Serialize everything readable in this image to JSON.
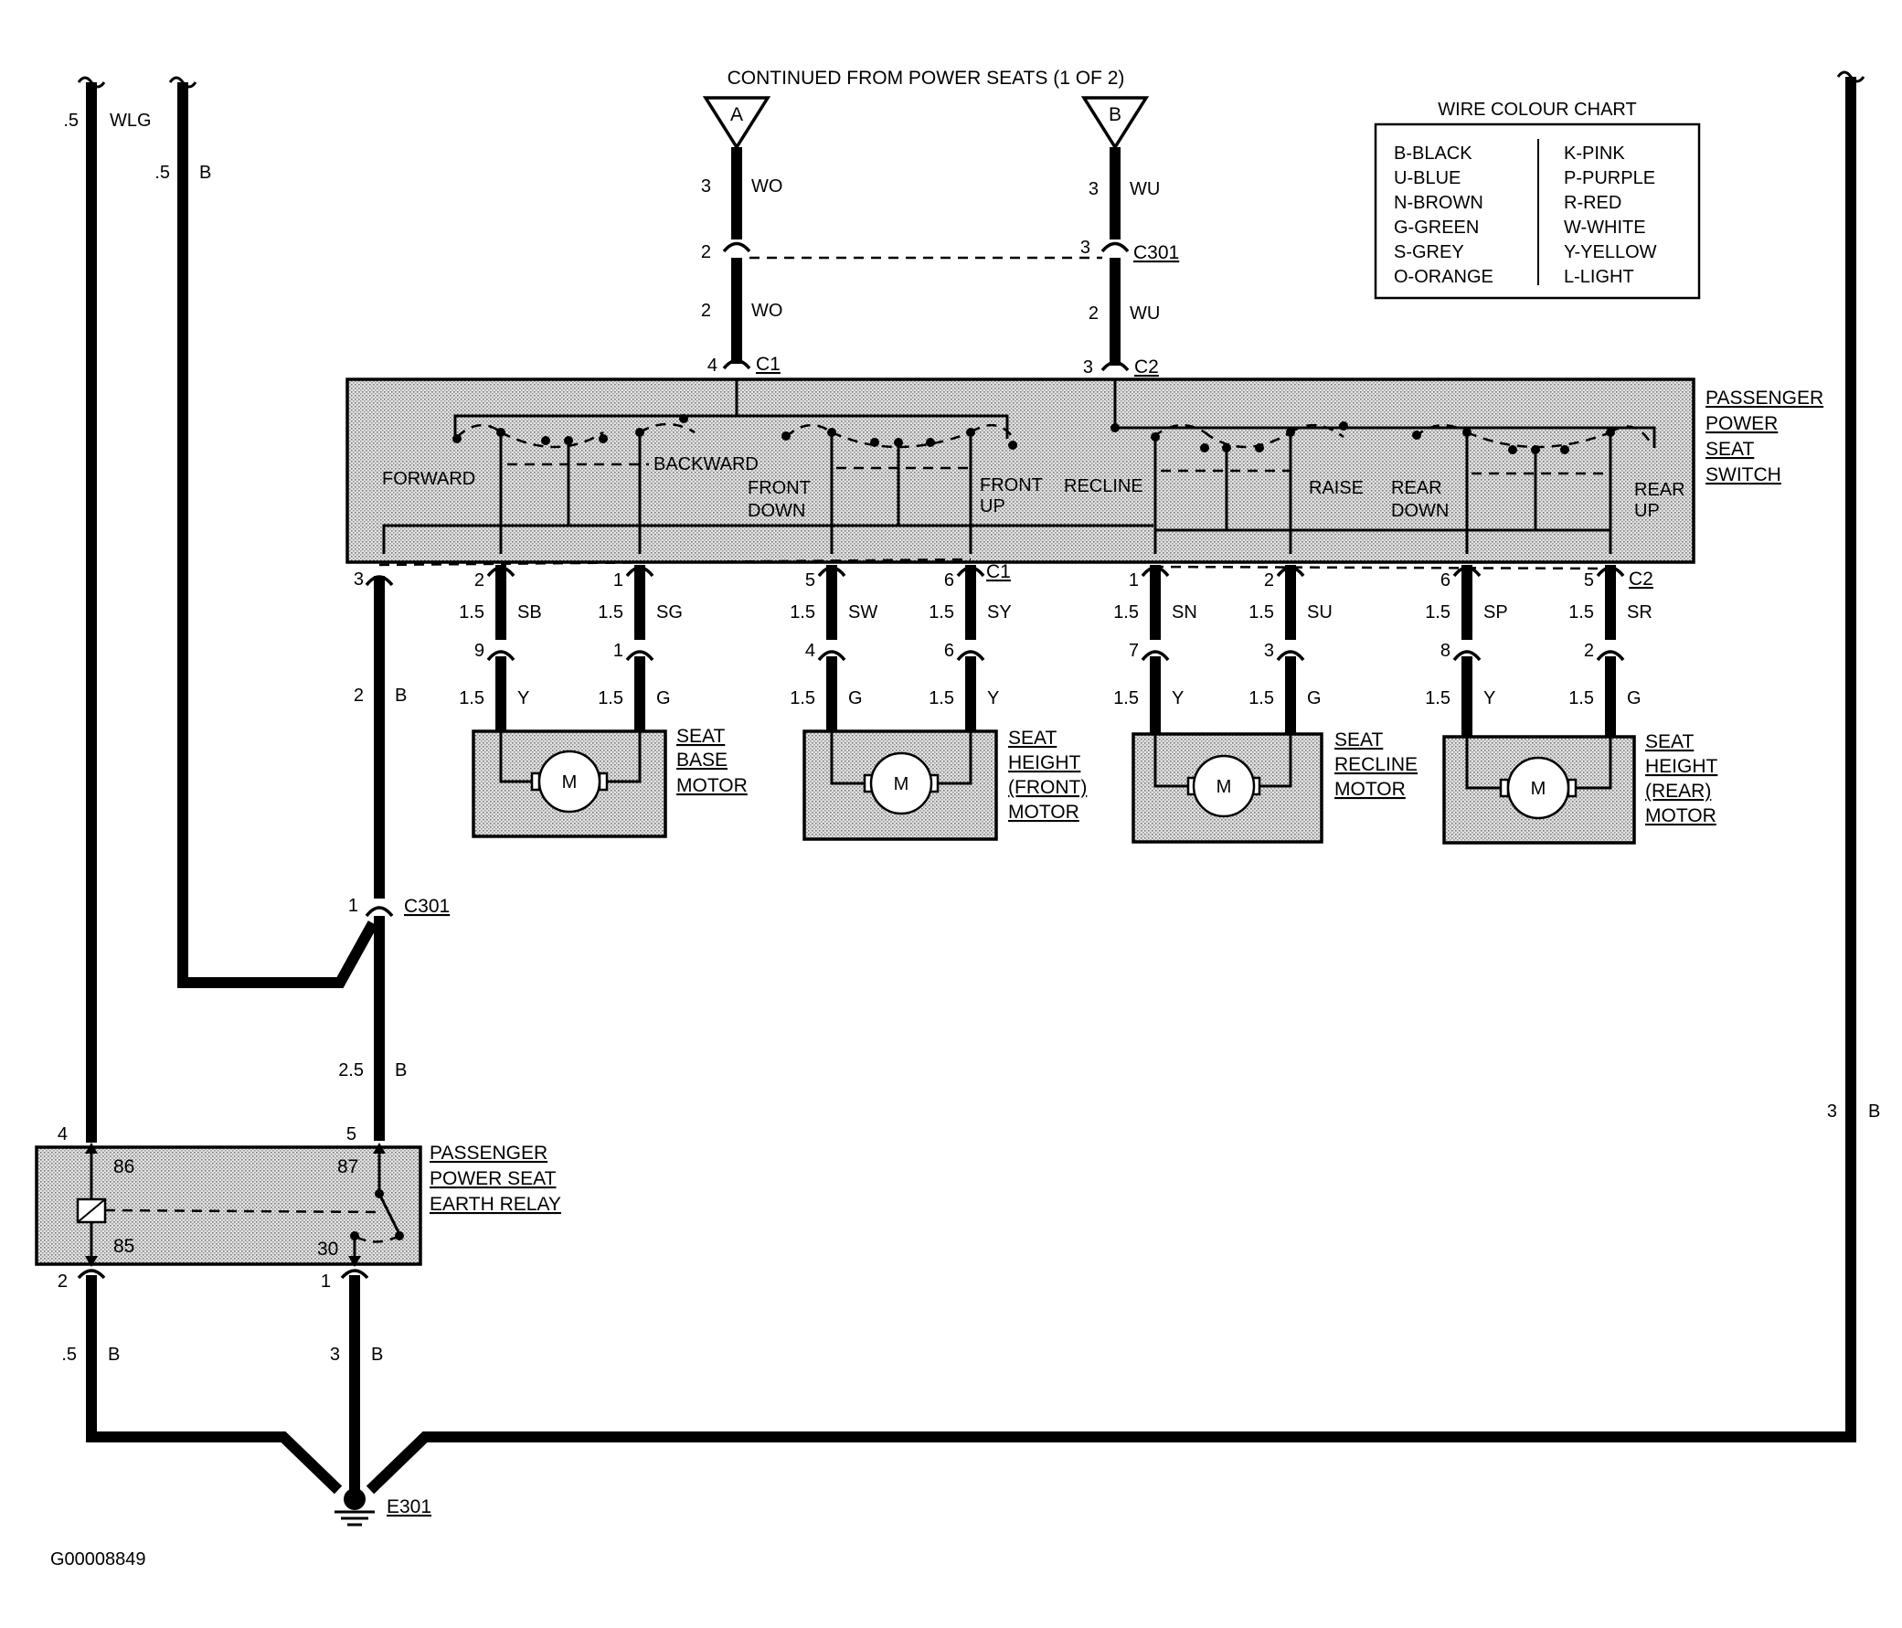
{
  "header": {
    "continued": "CONTINUED FROM POWER SEATS (1 OF 2)",
    "terminal_a": "A",
    "terminal_b": "B"
  },
  "colour_chart": {
    "title": "WIRE COLOUR CHART",
    "left": [
      "B-BLACK",
      "U-BLUE",
      "N-BROWN",
      "G-GREEN",
      "S-GREY",
      "O-ORANGE"
    ],
    "right": [
      "K-PINK",
      "P-PURPLE",
      "R-RED",
      "W-WHITE",
      "Y-YELLOW",
      "L-LIGHT"
    ]
  },
  "top_wires": {
    "a_pin": "3",
    "a_color": "WO",
    "c301_left_pin": "2",
    "c301_right_pin": "3",
    "c301": "C301",
    "a_low_pin": "2",
    "a_low_color": "WO",
    "b_pin": "3",
    "b_color": "WU",
    "b_low_pin": "2",
    "b_low_color": "WU",
    "c1_pin": "4",
    "c1": "C1",
    "c2_pin": "3",
    "c2": "C2"
  },
  "switch": {
    "name": [
      "PASSENGER",
      "POWER",
      "SEAT",
      "SWITCH"
    ],
    "forward": "FORWARD",
    "backward": "BACKWARD",
    "front_down": [
      "FRONT",
      "DOWN"
    ],
    "front_up": [
      "FRONT",
      "UP"
    ],
    "recline": "RECLINE",
    "raise": "RAISE",
    "rear_down": [
      "REAR",
      "DOWN"
    ],
    "rear_up": [
      "REAR",
      "UP"
    ]
  },
  "outputs": {
    "left_pin": "3",
    "left_gauge_pin": "2",
    "left_color": "B",
    "c1": "C1",
    "c2": "C2",
    "wires": [
      {
        "pin": "2",
        "gauge": "1.5",
        "color": "SB",
        "conn_pin": "9",
        "mgauge": "1.5",
        "mcolor": "Y"
      },
      {
        "pin": "1",
        "gauge": "1.5",
        "color": "SG",
        "conn_pin": "1",
        "mgauge": "1.5",
        "mcolor": "G"
      },
      {
        "pin": "5",
        "gauge": "1.5",
        "color": "SW",
        "conn_pin": "4",
        "mgauge": "1.5",
        "mcolor": "G"
      },
      {
        "pin": "6",
        "gauge": "1.5",
        "color": "SY",
        "conn_pin": "6",
        "mgauge": "1.5",
        "mcolor": "Y"
      },
      {
        "pin": "1",
        "gauge": "1.5",
        "color": "SN",
        "conn_pin": "7",
        "mgauge": "1.5",
        "mcolor": "Y"
      },
      {
        "pin": "2",
        "gauge": "1.5",
        "color": "SU",
        "conn_pin": "3",
        "mgauge": "1.5",
        "mcolor": "G"
      },
      {
        "pin": "6",
        "gauge": "1.5",
        "color": "SP",
        "conn_pin": "8",
        "mgauge": "1.5",
        "mcolor": "Y"
      },
      {
        "pin": "5",
        "gauge": "1.5",
        "color": "SR",
        "conn_pin": "2",
        "mgauge": "1.5",
        "mcolor": "G"
      }
    ]
  },
  "motors": {
    "symbol": "M",
    "base": [
      "SEAT",
      "BASE",
      "MOTOR"
    ],
    "front": [
      "SEAT",
      "HEIGHT",
      "(FRONT)",
      "MOTOR"
    ],
    "recline": [
      "SEAT",
      "RECLINE",
      "MOTOR"
    ],
    "rear": [
      "SEAT",
      "HEIGHT",
      "(REAR)",
      "MOTOR"
    ]
  },
  "left_wires": {
    "wlg_gauge": ".5",
    "wlg_color": "WLG",
    "b_gauge": ".5",
    "b_color": "B",
    "c301_pin": "1",
    "c301": "C301",
    "mid_gauge": "2.5",
    "mid_color": "B"
  },
  "relay": {
    "name": [
      "PASSENGER",
      "POWER SEAT",
      "EARTH RELAY"
    ],
    "t86": "86",
    "t87": "87",
    "t85": "85",
    "t30": "30",
    "pin4": "4",
    "pin5": "5",
    "pin2": "2",
    "pin1": "1"
  },
  "bottom": {
    "left_gauge": ".5",
    "left_color": "B",
    "mid_gauge": "3",
    "mid_color": "B",
    "right_gauge": "3",
    "right_color": "B",
    "ground": "E301"
  },
  "figure_id": "G00008849"
}
